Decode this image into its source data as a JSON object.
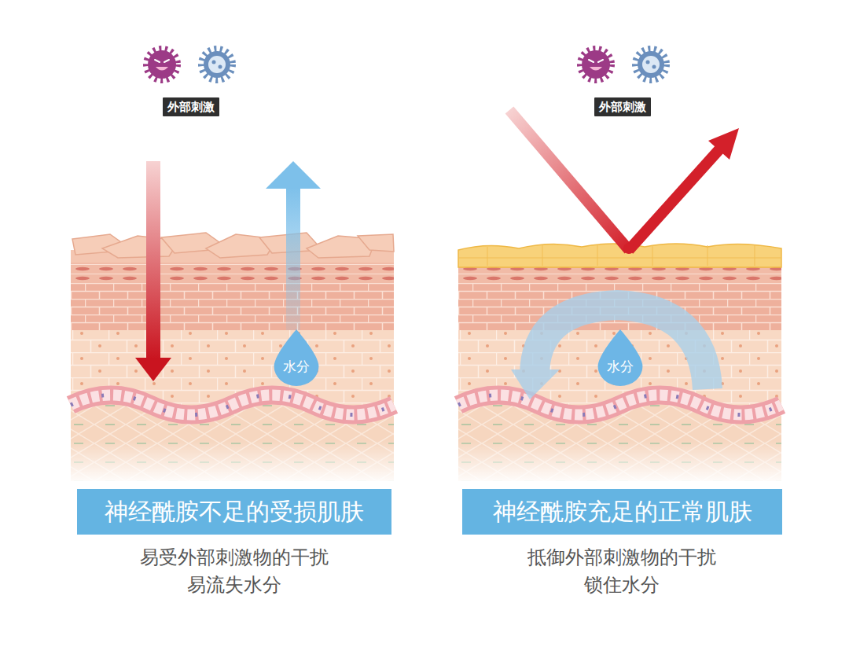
{
  "diagram": {
    "nodes": [
      {
        "text": [
          "外部刺激"
        ]
      },
      {
        "text": [
          "外部刺激"
        ]
      },
      {
        "text": [
          "水分"
        ]
      },
      {
        "text": [
          "水分"
        ]
      },
      {
        "text": [
          "神经酰胺不足的受损肌肤"
        ]
      },
      {
        "text": [
          "神经酰胺充足的正常肌肤"
        ]
      }
    ],
    "labels": [
      "易受外部刺激物的干扰",
      "易流失水分",
      "抵御外部刺激物的干扰",
      "锁住水分"
    ]
  }
}
